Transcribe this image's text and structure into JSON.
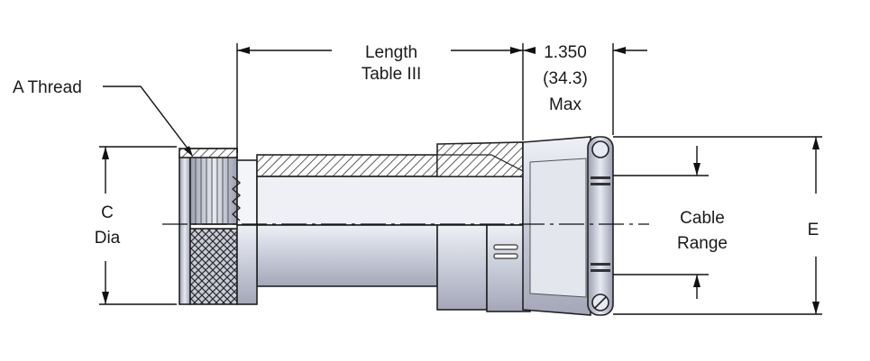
{
  "diagram": {
    "labels": {
      "a_thread": "A Thread",
      "length_line1": "Length",
      "length_line2": "Table III",
      "max_value": "1.350",
      "max_metric": "(34.3)",
      "max_word": "Max",
      "c_line1": "C",
      "c_line2": "Dia",
      "cable_line1": "Cable",
      "cable_line2": "Range",
      "e_label": "E"
    },
    "colors": {
      "metal_light": "#dfe2ec",
      "metal_mid": "#b9bdcc",
      "metal_dark": "#8e92a3",
      "line": "#111111"
    }
  }
}
